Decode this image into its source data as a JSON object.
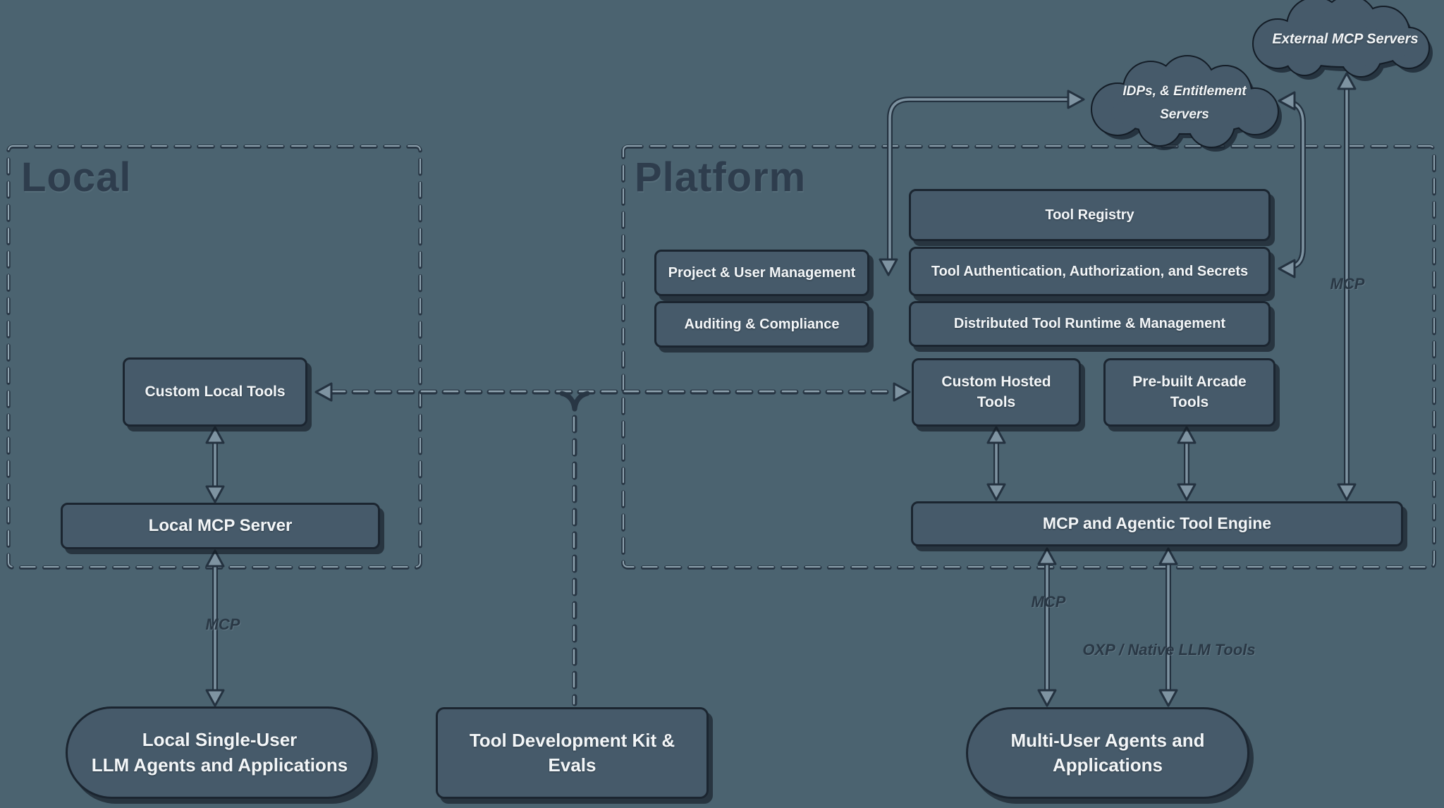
{
  "diagram": {
    "background": "#4B6370",
    "containers": {
      "local": "Local",
      "platform": "Platform"
    },
    "clouds": {
      "external": "External MCP Servers",
      "idps_line1": "IDPs, & Entitlement",
      "idps_line2": "Servers"
    },
    "nodes": {
      "custom_local_tools": "Custom Local Tools",
      "local_mcp_server": "Local MCP Server",
      "local_agents_line1": "Local Single-User",
      "local_agents_line2": "LLM Agents and Applications",
      "tdk": "Tool Development Kit & Evals",
      "project_user_mgmt": "Project & User Management",
      "auditing_compliance": "Auditing & Compliance",
      "tool_registry": "Tool Registry",
      "tool_auth": "Tool Authentication, Authorization, and Secrets",
      "distributed_runtime": "Distributed Tool Runtime & Management",
      "custom_hosted_tools": "Custom Hosted Tools",
      "prebuilt_arcade_tools": "Pre-built Arcade Tools",
      "mcp_engine": "MCP and Agentic Tool Engine",
      "multi_user_line1": "Multi-User Agents and",
      "multi_user_line2": "Applications"
    },
    "edge_labels": {
      "mcp_local": "MCP",
      "mcp_platform": "MCP",
      "mcp_external": "MCP",
      "oxp": "OXP / Native LLM Tools"
    },
    "colors": {
      "node_fill": "#465A6A",
      "node_border": "#1B2530",
      "text_light": "#F3F6F8",
      "title": "#2E3D4D",
      "arrow_dark": "#243240",
      "arrow_light": "#7E93A1",
      "dash_dark": "#283644",
      "dash_light": "#8FA3AF"
    }
  }
}
